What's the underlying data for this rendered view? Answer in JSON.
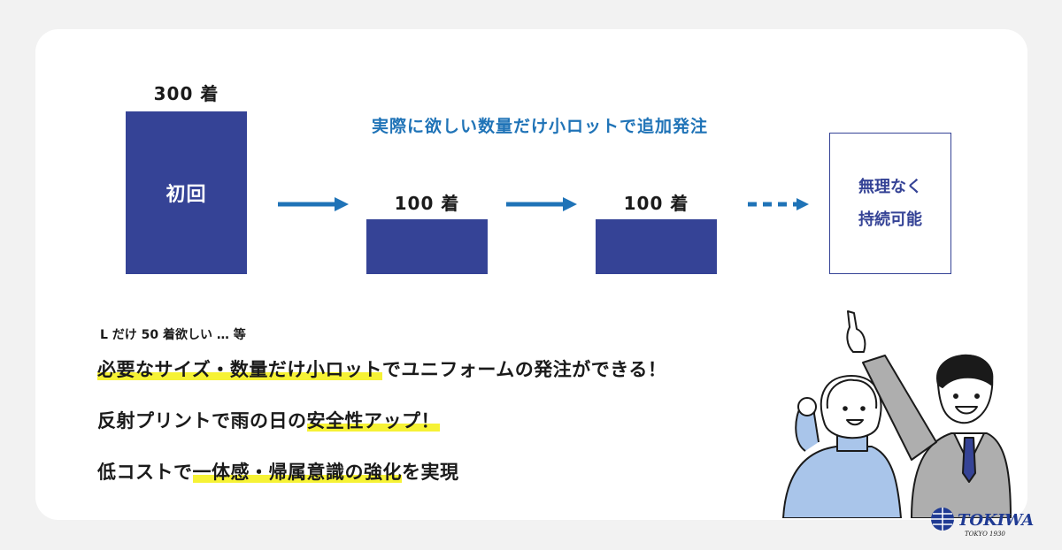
{
  "diagram": {
    "caption": "実際に欲しい数量だけ小ロットで追加発注",
    "first_order": {
      "qty": "300 着",
      "label": "初回"
    },
    "reorder_1": {
      "qty": "100 着"
    },
    "reorder_2": {
      "qty": "100 着"
    },
    "result": {
      "line1": "無理なく",
      "line2": "持続可能"
    },
    "colors": {
      "block": "#354396",
      "arrow": "#1f73b7",
      "caption": "#1f73b7"
    }
  },
  "benefits": {
    "note": "L だけ 50 着欲しい … 等",
    "line1": {
      "pre": "",
      "hl": "必要なサイズ・数量だけ小ロット",
      "post": "でユニフォームの発注ができる！"
    },
    "line2": {
      "pre": "反射プリントで雨の日の",
      "hl": "安全性アップ！",
      "post": ""
    },
    "line3": {
      "pre": "低コストで",
      "hl": "一体感・帰属意識の強化",
      "post": "を実現"
    },
    "highlight_color": "#f6f235"
  },
  "logo": {
    "name": "TOKIWA",
    "sub": "TOKYO 1930"
  }
}
